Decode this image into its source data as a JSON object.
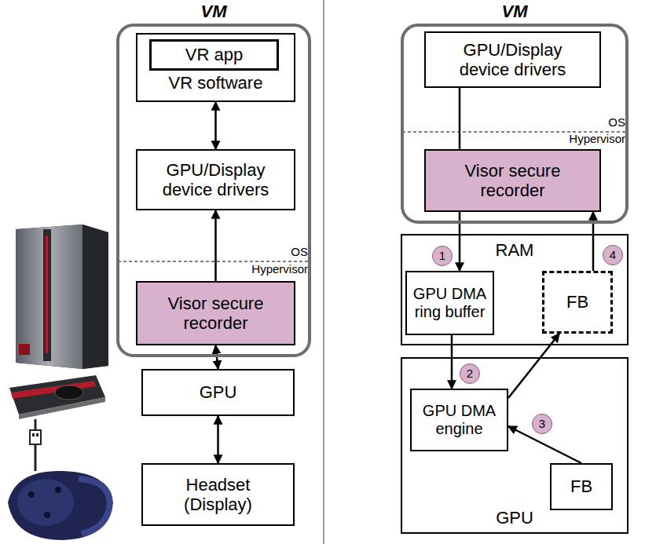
{
  "diagram": {
    "nodes": [
      {
        "text": [
          "VM"
        ]
      },
      {
        "text": [
          "VR software"
        ],
        "in": 0
      },
      {
        "text": [
          "VR app"
        ],
        "in": 1
      },
      {
        "text": [
          "GPU/Display device drivers"
        ],
        "in": 0
      },
      {
        "text": [
          "Visor secure recorder"
        ],
        "in": 0
      },
      {
        "text": [
          "GPU"
        ]
      },
      {
        "text": [
          "Headset (Display)"
        ]
      },
      {
        "text": [
          "VM"
        ]
      },
      {
        "text": [
          "GPU/Display device drivers"
        ],
        "in": 7
      },
      {
        "text": [
          "Visor secure recorder"
        ],
        "in": 7
      },
      {
        "text": [
          "RAM"
        ]
      },
      {
        "text": [
          "GPU DMA ring buffer"
        ],
        "in": 10
      },
      {
        "text": [
          "FB"
        ],
        "in": 10
      },
      {
        "text": [
          "GPU"
        ]
      },
      {
        "text": [
          "GPU DMA engine"
        ],
        "in": 13
      },
      {
        "text": [
          "FB"
        ],
        "in": 13
      }
    ],
    "edges": [
      {
        "from": 1,
        "to": 3,
        "arrow": "both"
      },
      {
        "from": 4,
        "to": 3,
        "arrow": "to"
      },
      {
        "from": 4,
        "to": 5,
        "arrow": "both"
      },
      {
        "from": 5,
        "to": 6,
        "arrow": "both"
      },
      {
        "from": 8,
        "to": 9,
        "arrow": "none"
      },
      {
        "from": 9,
        "to": 11,
        "arrow": "to"
      },
      {
        "from": 11,
        "to": 14,
        "arrow": "to"
      },
      {
        "from": 15,
        "to": 14,
        "arrow": "to"
      },
      {
        "from": 14,
        "to": 12,
        "arrow": "to"
      },
      {
        "from": 12,
        "to": 9,
        "arrow": "to"
      }
    ],
    "labels": [
      "OS",
      "Hypervisor",
      "OS",
      "Hypervisor",
      "1",
      "2",
      "3",
      "4"
    ]
  }
}
